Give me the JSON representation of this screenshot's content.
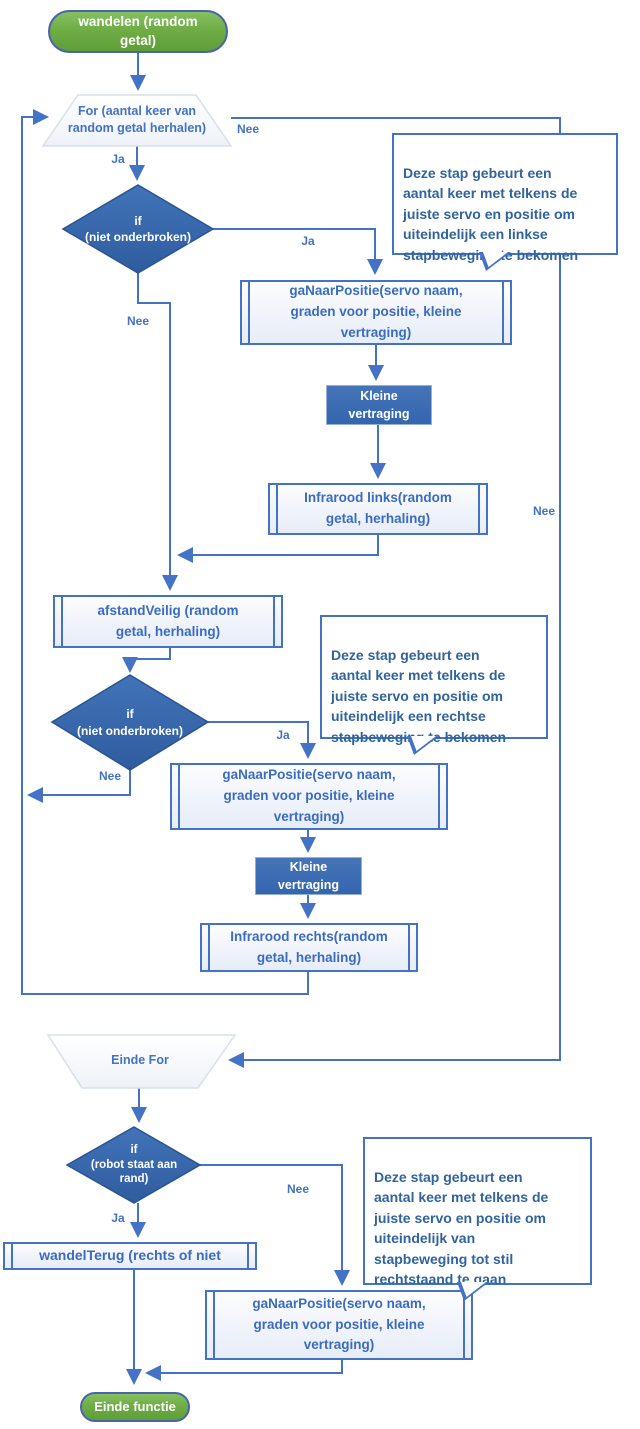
{
  "nodes": {
    "start": "wandelen (random\ngetal)",
    "for_loop": "For (aantal keer van\nrandom getal herhalen)",
    "if_not_interrupted": "if\n(niet onderbroken)",
    "ga_naar_positie": "gaNaarPositie(servo naam,\ngraden voor positie, kleine\nvertraging)",
    "kleine_vertraging": "Kleine\nvertraging",
    "infrarood_links": "Infrarood links(random\ngetal, herhaling)",
    "afstand_veilig": "afstandVeilig (random\ngetal, herhaling)",
    "infrarood_rechts": "Infrarood rechts(random\ngetal, herhaling)",
    "einde_for": "Einde For",
    "if_robot_rand": "if\n(robot staat aan\nrand)",
    "wandel_terug": "wandelTerug (rechts of niet",
    "einde_functie": "Einde functie"
  },
  "edge_labels": {
    "ja": "Ja",
    "nee": "Nee"
  },
  "callouts": {
    "links": "Deze stap gebeurt een\naantal keer met telkens de\njuiste servo en positie om\nuiteindelijk een linkse\nstapbeweging te bekomen",
    "rechts": "Deze stap gebeurt een\naantal keer met telkens de\njuiste servo en positie om\nuiteindelijk een rechtse\nstapbeweging te bekomen",
    "stil": "Deze stap gebeurt een\naantal keer met telkens de\njuiste servo en positie om\nuiteindelijk van\nstapbeweging tot stil\nrechtstaand te gaan"
  },
  "colors": {
    "connector": "#4472C4",
    "diamond_fill": "#3465AE",
    "process_text": "#3A6CC0",
    "callout_text": "#31639C",
    "start_fill": "#70AD47",
    "start_border": "#4A63AD",
    "trapezoid_border": "#D8DFEB"
  }
}
